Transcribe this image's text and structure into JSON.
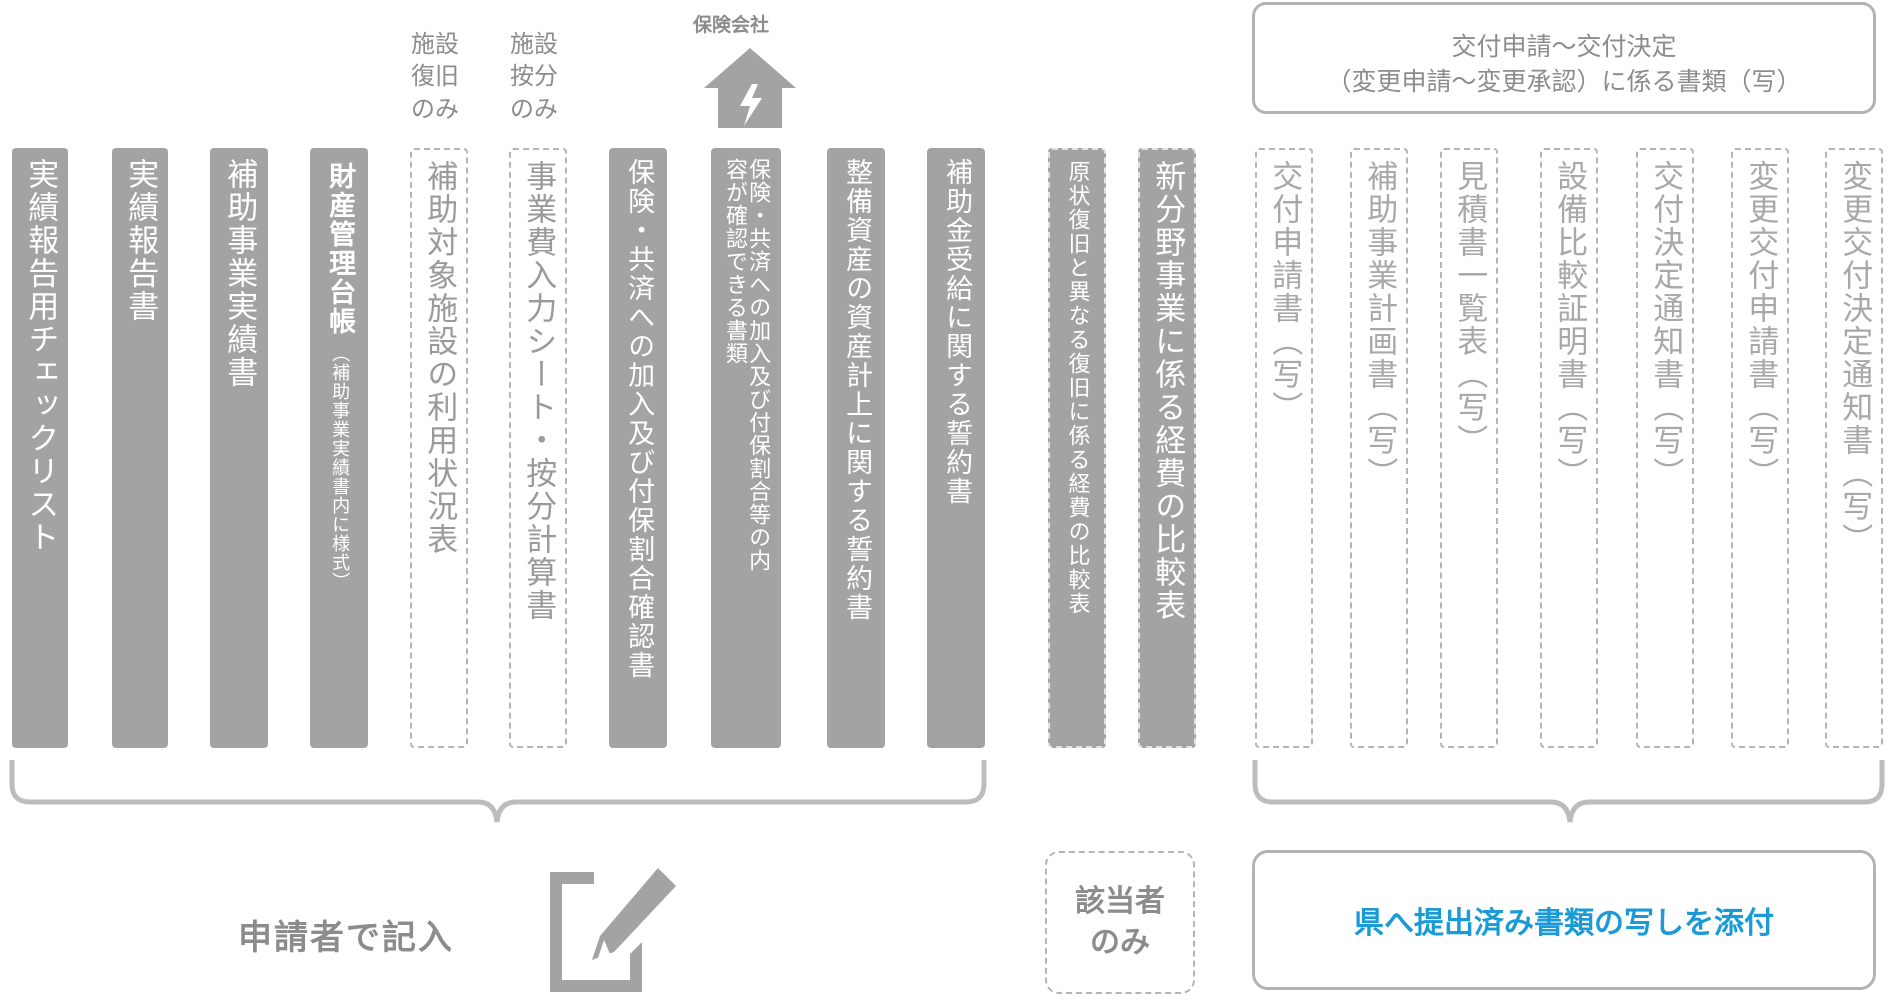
{
  "notes": {
    "facility_restore_only": [
      "施設",
      "復旧",
      "のみ"
    ],
    "facility_prorate_only": [
      "施設",
      "按分",
      "のみ"
    ]
  },
  "insurance_company": "保険会社",
  "top_box": {
    "line1": "交付申請～交付決定",
    "line2": "（変更申請～変更承認）に係る書類（写）"
  },
  "columns": {
    "c1": "実績報告用チェックリスト",
    "c2": "実績報告書",
    "c3": "補助事業実績書",
    "c4_main": "財産管理台帳",
    "c4_sub": "（補助事業実績書内に様式）",
    "c5": "補助対象施設の利用状況表",
    "c6": "事業費入力シート・按分計算書",
    "c7": "保険・共済への加入及び付保割合確認書",
    "c8": "保険・共済への加入及び付保割合等の内容が確認できる書類",
    "c9": "整備資産の資産計上に関する誓約書",
    "c10": "補助金受給に関する誓約書",
    "c11": "原状復旧と異なる復旧に係る経費の比較表",
    "c12": "新分野事業に係る経費の比較表",
    "c13": "交付申請書（写）",
    "c14": "補助事業計画書（写）",
    "c15": "見積書一覧表（写）",
    "c16": "設備比較証明書（写）",
    "c17": "交付決定通知書（写）",
    "c18": "変更交付申請書（写）",
    "c19": "変更交付決定通知書（写）"
  },
  "labels": {
    "applicant_fill": "申請者で記入",
    "applicable_only": [
      "該当者",
      "のみ"
    ],
    "attach_copies": "県へ提出済み書類の写しを添付"
  },
  "colors": {
    "solid_column": "#a3a3a3",
    "text_grey": "#8c8c8c",
    "accent_blue": "#1a9bd7"
  }
}
